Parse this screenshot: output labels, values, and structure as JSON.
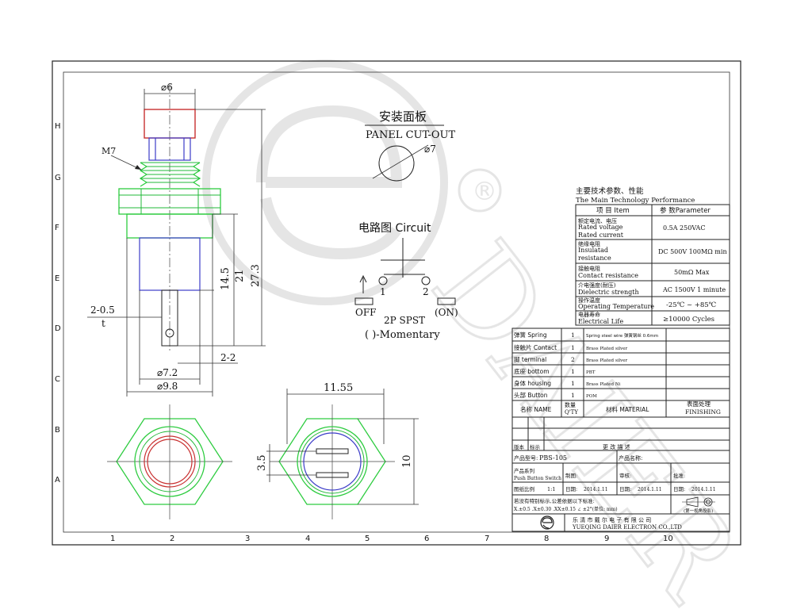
{
  "border": {
    "row_labels": [
      "H",
      "G",
      "F",
      "E",
      "D",
      "C",
      "B",
      "A"
    ],
    "col_labels": [
      "1",
      "2",
      "3",
      "4",
      "5",
      "6",
      "7",
      "8",
      "9",
      "10"
    ]
  },
  "watermark": {
    "text": "DAIER",
    "symbol": "®"
  },
  "dimensions": {
    "phi6": "⌀6",
    "m7": "M7",
    "d14_5": "14.5",
    "d21": "21",
    "d27_3": "27.3",
    "d2_05": "2-0.5",
    "t": "t",
    "d2_2": "2-2",
    "phi7_2": "⌀7.2",
    "phi9_8": "⌀9.8",
    "d11_55": "11.55",
    "d3_5": "3.5",
    "d10": "10"
  },
  "panel_cutout": {
    "title_cn": "安装面板",
    "title_en": "PANEL CUT-OUT",
    "dia": "⌀7"
  },
  "circuit": {
    "title": "电路图 Circuit",
    "pin1": "1",
    "pin2": "2",
    "off": "OFF",
    "on": "(ON)",
    "type": "2P SPST",
    "momentary": "(  )-Momentary"
  },
  "spec_table": {
    "title_cn": "主要技术参数、性能",
    "title_en": "The Main Technology Performance",
    "header": [
      "项 目 Item",
      "参 数Parameter"
    ],
    "rows": [
      {
        "cn": "额定电流、电压",
        "en1": "Rated voltage",
        "en2": "Rated current",
        "val": "0.5A 250VAC"
      },
      {
        "cn": "绝缘电阻",
        "en1": "Insulatad",
        "en2": "resistance",
        "val": "DC 500V 100MΩ min"
      },
      {
        "cn": "接触电阻",
        "en1": "Contact resistance",
        "en2": "",
        "val": "50mΩ Max"
      },
      {
        "cn": "介电强度(耐压)",
        "en1": "Dielectric strength",
        "en2": "",
        "val": "AC 1500V 1 minute"
      },
      {
        "cn": "操作温度",
        "en1": "Operating Temperature",
        "en2": "",
        "val": "-25℃ ~ +85℃"
      },
      {
        "cn": "电器寿命",
        "en1": "Electrical Life",
        "en2": "",
        "val": "≥10000  Cycles"
      }
    ]
  },
  "bom": {
    "rows": [
      {
        "name": "弹簧 Spring",
        "qty": "1",
        "mat": "Spring steel wire 弹簧钢丝 0.6mm"
      },
      {
        "name": "接触片 Contact",
        "qty": "1",
        "mat": "Brass Plated silver"
      },
      {
        "name": "脚 terminal",
        "qty": "2",
        "mat": "Brass Plated silver"
      },
      {
        "name": "底座 bottom",
        "qty": "1",
        "mat": "PBT"
      },
      {
        "name": "身体 housing",
        "qty": "1",
        "mat": "Brass Plated Ni"
      },
      {
        "name": "头部 Button",
        "qty": "1",
        "mat": "POM"
      }
    ],
    "header": {
      "name": "名称 NAME",
      "qty": "数量\nQ'TY",
      "qty1": "数量",
      "qty2": "Q'TY",
      "mat": "材料 MATERIAL",
      "fin1": "表面处理",
      "fin2": "FINISHING"
    }
  },
  "title_block": {
    "ver": "版本",
    "mark": "标示",
    "change": "更  改  描  述",
    "part_no_label": "产品型号:",
    "part_no": "PBS-105",
    "part_name_label": "产品名称:",
    "series_label": "产品系列",
    "series": "Push Button Switch",
    "drawn": "制图:",
    "review": "审核:",
    "approve": "批准:",
    "scale_label": "图纸比例",
    "scale": "1:1",
    "date_label": "日期:",
    "date1": "2014.1.11",
    "date2": "2014.1.11",
    "date3": "2014.1.11",
    "tol_title": "若没有特别标示,公差依据以下标准:",
    "tol": "X.±0.5   .X±0.30  .XX±0.15   ∠ ±2°(单位: mm)",
    "proj": "(第一视角投影)",
    "company_cn": "乐 清 市 戴 尔 电 子 有 限 公 司",
    "company_en": "YUEQING DAIER ELECTRON CO.,LTD"
  }
}
